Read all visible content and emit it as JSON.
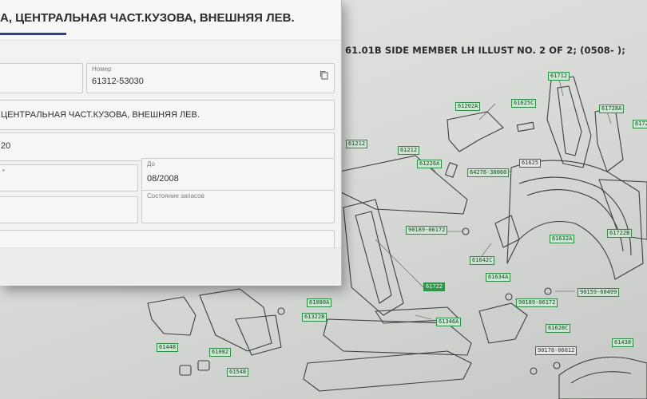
{
  "form": {
    "title": "А, ЦЕНТРАЛЬНАЯ ЧАСТ.КУЗОВА, ВНЕШНЯЯ ЛЕВ.",
    "number_label": "Номер",
    "number_value": "61312-53030",
    "description_value": "ЦЕНТРАЛЬНАЯ ЧАСТ.КУЗОВА, ВНЕШНЯЯ ЛЕВ.",
    "row3_value": "20",
    "to_label": "До",
    "to_value": "08/2008",
    "stock_label": "Состояние запасов"
  },
  "diagram": {
    "title": "61.01B SIDE MEMBER LH ILLUST NO. 2 OF 2; (0508- );",
    "callouts": [
      "61712",
      "61202A",
      "61625C",
      "61728A",
      "61722",
      "61212",
      "61226A",
      "64276-30060",
      "61625",
      "61722B",
      "90189-06172",
      "61632A",
      "61642C",
      "61634A",
      "90159-60499",
      "90189-06172",
      "61080A",
      "61322B",
      "61346A",
      "61628C",
      "61448",
      "61082",
      "61548",
      "90178-06012",
      "61438"
    ]
  },
  "colors": {
    "title_underline": "#2f3f8f",
    "callout_green": "#2f8a45"
  },
  "icons": {
    "copy": "copy-icon"
  }
}
